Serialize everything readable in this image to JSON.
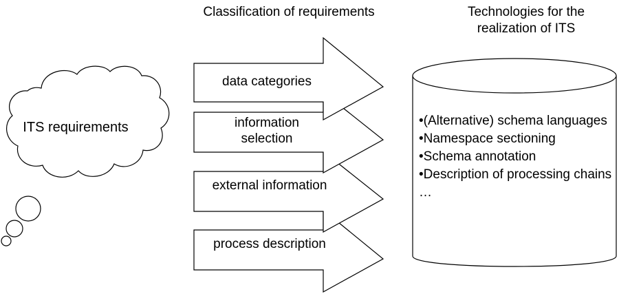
{
  "diagram": {
    "title_left": "Classification of requirements",
    "title_right": "Technologies for the\nrealization of ITS",
    "source": {
      "shape": "thought-cloud",
      "label": "ITS requirements",
      "bubbles": 3
    },
    "arrows": [
      {
        "label": "data categories"
      },
      {
        "label": "information\nselection"
      },
      {
        "label": "external information"
      },
      {
        "label": "process description"
      }
    ],
    "database": {
      "shape": "cylinder",
      "items": [
        "•(Alternative) schema languages",
        "•Namespace sectioning",
        "•Schema annotation",
        "•Description of processing chains",
        "…"
      ]
    },
    "colors": {
      "stroke": "#000000",
      "fill": "#ffffff",
      "text": "#000000"
    }
  }
}
